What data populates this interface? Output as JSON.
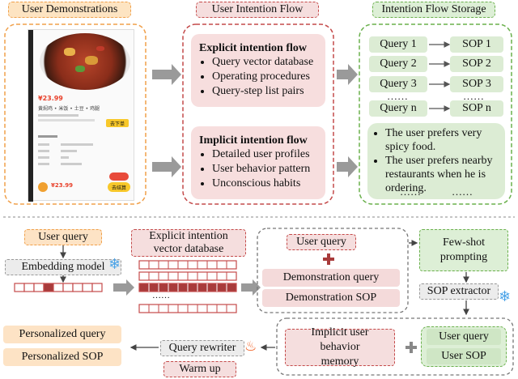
{
  "headers": {
    "user_demonstrations": "User Demonstrations",
    "user_intention_flow": "User Intention Flow",
    "intention_flow_storage": "Intention Flow Storage"
  },
  "phone": {
    "price": "¥23.99",
    "name": "黄焖鸡 • 米饭 • 土豆 • 鸡腿",
    "order_btn": "去下单",
    "total": "¥23.99",
    "checkout_btn": "去结算"
  },
  "explicit": {
    "title": "Explicit intention flow",
    "items": [
      "Query vector database",
      "Operating procedures",
      "Query-step list pairs"
    ]
  },
  "implicit": {
    "title": "Implicit intention flow",
    "items": [
      "Detailed user profiles",
      "User behavior pattern",
      "Unconscious habits"
    ]
  },
  "storage": {
    "pairs": [
      {
        "query": "Query 1",
        "sop": "SOP 1"
      },
      {
        "query": "Query 2",
        "sop": "SOP 2"
      },
      {
        "query": "Query 3",
        "sop": "SOP 3"
      }
    ],
    "dots": "……",
    "last_query": "Query n",
    "last_sop": "SOP n",
    "prefs": [
      "The user prefers very spicy food.",
      "The user prefers nearby restaurants when he is ordering."
    ],
    "pref_dots_1": "……",
    "pref_dots_2": "……"
  },
  "pipeline": {
    "user_query": "User query",
    "embedding_model": "Embedding model",
    "explicit_db": "Explicit intention vector database",
    "vector_dots": "……",
    "center_user_query": "User query",
    "demo_query": "Demonstration query",
    "demo_sop": "Demonstration SOP",
    "few_shot": "Few-shot prompting",
    "sop_extractor": "SOP extractor",
    "implicit_memory": "Implicit user behavior memory",
    "user_query2": "User query",
    "user_sop": "User SOP",
    "query_rewriter": "Query rewriter",
    "warm_up": "Warm up",
    "personalized_query": "Personalized query",
    "personalized_sop": "Personalized SOP"
  },
  "colors": {
    "orange": "#f0a04a",
    "red": "#c44a4a",
    "green": "#6ab04c",
    "arrow_gray": "#9a9a9a",
    "snow_blue": "#4aa3e8",
    "fire": "#f05a1a"
  }
}
